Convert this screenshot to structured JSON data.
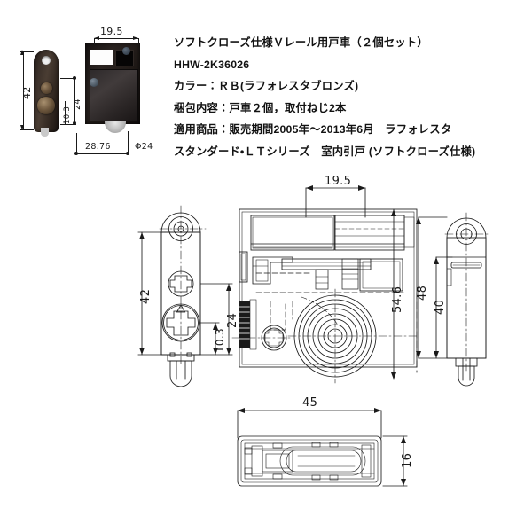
{
  "product": {
    "spec_lines": [
      "ソフトクローズ仕様Ｖレール用戸車（２個セット）",
      "HHW-2K36026",
      "カラー：ＲＢ(ラフォレスタブロンズ)",
      "梱包内容：戸車２個，取付ねじ2本",
      "適用商品：販売期間2005年～2013年6月　ラフォレスタ",
      "スタンダード・ＬＴシリーズ　室内引戸 (ソフトクローズ仕様)"
    ],
    "model_number": "HHW-2K36026",
    "title": "ソフトクローズ仕様Ｖレール用戸車（２個セット）",
    "color": "カラー：ＲＢ(ラフォレスタブロンズ)",
    "contents": "梱包内容：戸車２個，取付ねじ2本"
  },
  "photo": {
    "label": "product-photo",
    "dimensions": {
      "height_42": "42",
      "span_24": "24",
      "span_10_3": "10.3",
      "width_19_5": "19.5",
      "width_28_76": "28.76",
      "diameter_24": "Φ24"
    }
  },
  "drawing_main": {
    "label": "main-technical-drawing",
    "dimensions": {
      "height_42": "42",
      "span_24": "24",
      "span_10_3": "10.3",
      "width_19_5": "19.5",
      "height_54_6": "54.6",
      "height_48": "48",
      "height_40": "40"
    }
  },
  "drawing_bottom": {
    "label": "bottom-view-drawing",
    "dimensions": {
      "width_45": "45",
      "height_16": "16"
    }
  },
  "colors": {
    "background": "#ffffff",
    "line": "#1a1a1a",
    "text": "#121212",
    "bronze_dark": "#1a1413",
    "bronze_light": "#4a3d33"
  }
}
